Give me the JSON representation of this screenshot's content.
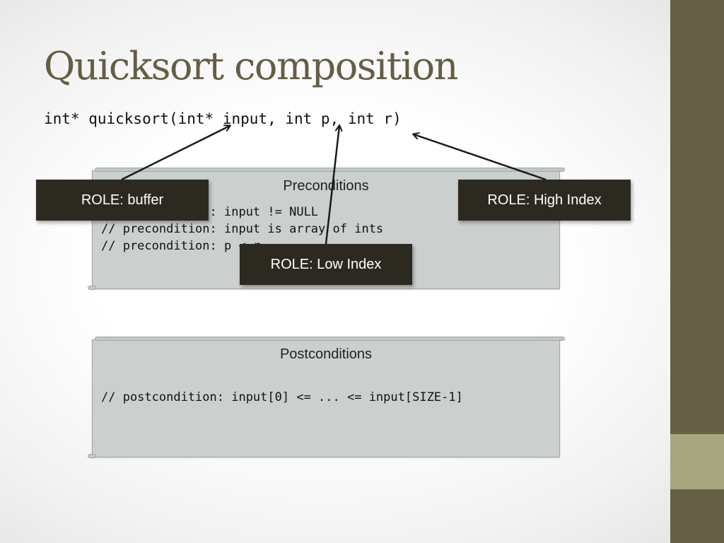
{
  "slide": {
    "title": "Quicksort composition",
    "signature": "int* quicksort(int* input, int p, int r)"
  },
  "preconditions": {
    "title": "Preconditions",
    "lines": [
      "// precondition: input != NULL",
      "// precondition: input is array of ints",
      "// precondition: p < r"
    ]
  },
  "postconditions": {
    "title": "Postconditions",
    "lines": [
      "// postcondition: input[0] <= ... <= input[SIZE-1]"
    ]
  },
  "roles": {
    "buffer": "ROLE: buffer",
    "low_index": "ROLE: Low Index",
    "high_index": "ROLE: High Index"
  },
  "colors": {
    "title": "#655d44",
    "sidebar": "#665e45",
    "sidebar_accent": "#a8a67e",
    "role_box": "#2c2a20",
    "scroll_fill": "#cbd0cf"
  }
}
